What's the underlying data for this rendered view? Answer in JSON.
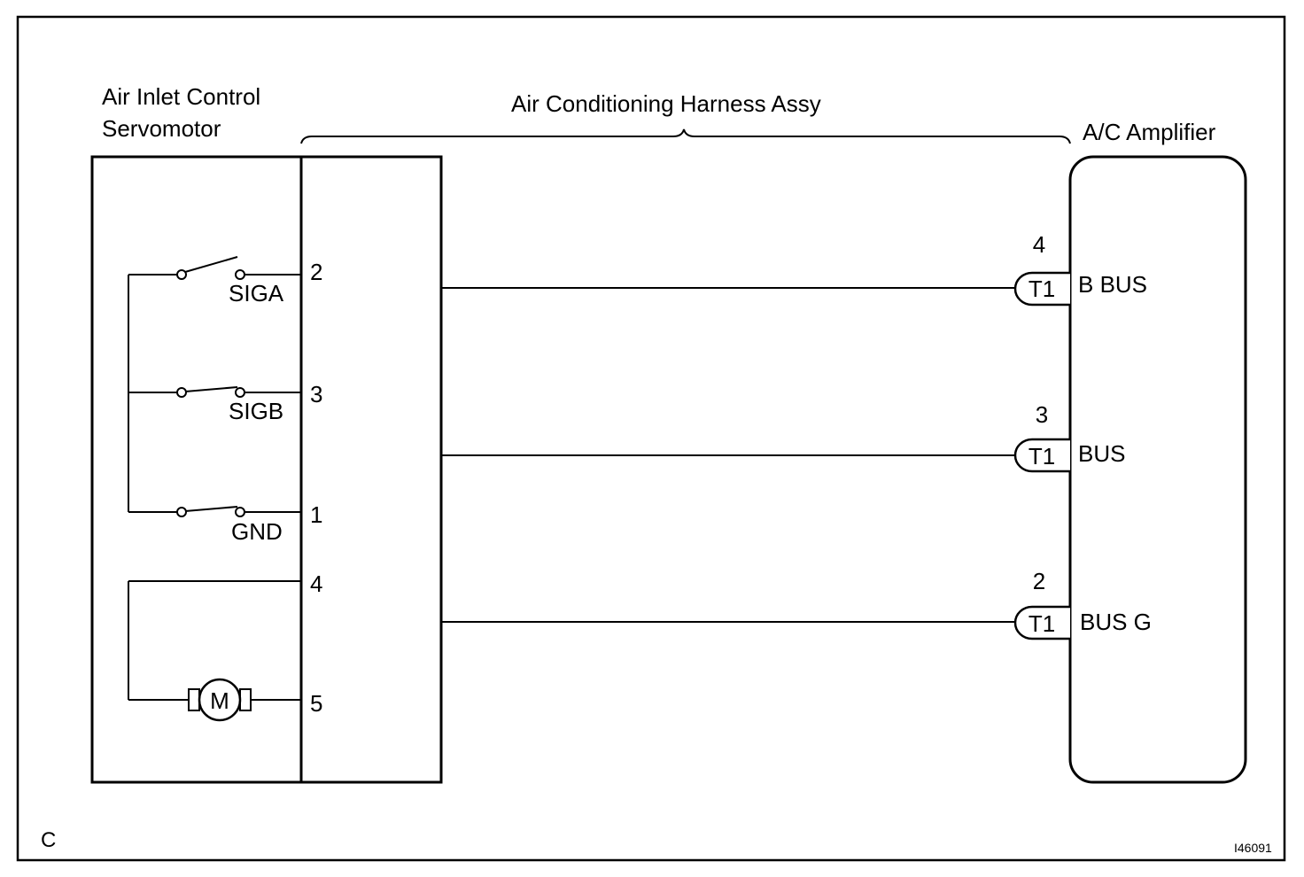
{
  "labels": {
    "servomotor_line1": "Air Inlet Control",
    "servomotor_line2": "Servomotor",
    "harness": "Air Conditioning Harness Assy",
    "amplifier": "A/C Amplifier",
    "corner_letter": "C",
    "figure_id": "I46091"
  },
  "servo_pins": {
    "siga_pin": "2",
    "sigb_pin": "3",
    "gnd_pin": "1",
    "motor_pin_a": "4",
    "motor_pin_b": "5"
  },
  "switches": {
    "siga": "SIGA",
    "sigb": "SIGB",
    "gnd": "GND"
  },
  "motor_symbol": "M",
  "amplifier_terminals": [
    {
      "pin": "4",
      "connector": "T1",
      "signal": "B BUS"
    },
    {
      "pin": "3",
      "connector": "T1",
      "signal": "BUS"
    },
    {
      "pin": "2",
      "connector": "T1",
      "signal": "BUS G"
    }
  ]
}
